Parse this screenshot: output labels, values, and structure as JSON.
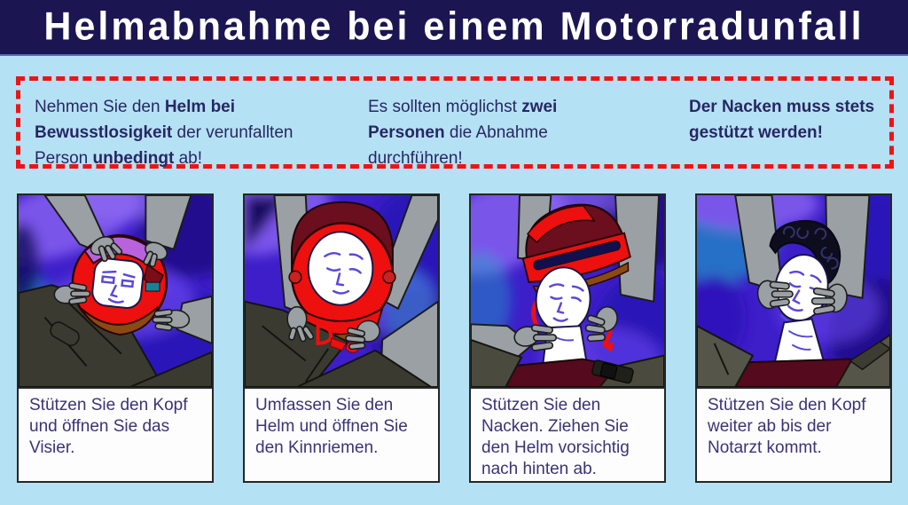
{
  "title": "Helmabnahme bei einem Motorradunfall",
  "colors": {
    "header_bg": "#1b1551",
    "page_bg": "#b5e1f5",
    "dash_red": "#ee1414",
    "text_navy": "#272763",
    "caption_text": "#3b3375",
    "panel_border": "#262626",
    "caption_bg": "#fdfdfe",
    "helmet_red": "#ee0f0f",
    "helmet_dark_red": "#6b0e1e",
    "hands_gray": "#9aa0a3",
    "jacket_olive": "#3a3a30",
    "shirt_maroon": "#550a1e",
    "background_purple": "#3d1ec9"
  },
  "notices": [
    {
      "segments": [
        {
          "text": "Nehmen Sie den "
        },
        {
          "text": "Helm bei Bewusstlosigkeit"
        },
        {
          "text": " der verunfallten Person "
        },
        {
          "text": "unbedingt"
        },
        {
          "text": " ab!"
        }
      ]
    },
    {
      "segments": [
        {
          "text": "Es sollten möglichst "
        },
        {
          "text": "zwei Personen"
        },
        {
          "text": " die Abnahme durchführen!"
        }
      ]
    },
    {
      "segments": [
        {
          "text": "Der Nacken muss stets gestützt werden!"
        }
      ]
    }
  ],
  "steps": [
    {
      "illustration": "open-visor",
      "caption": "Stützen Sie den Kopf und öffnen Sie das Visier."
    },
    {
      "illustration": "open-chin-strap",
      "caption": "Umfassen Sie den Helm und öffnen Sie den Kinnriemen."
    },
    {
      "illustration": "pull-helmet-back",
      "caption": "Stützen Sie den Nacken. Ziehen Sie den Helm vorsichtig nach hinten ab."
    },
    {
      "illustration": "support-head-until-doctor",
      "caption": "Stützen Sie den Kopf weiter ab bis der Notarzt kommt."
    }
  ]
}
